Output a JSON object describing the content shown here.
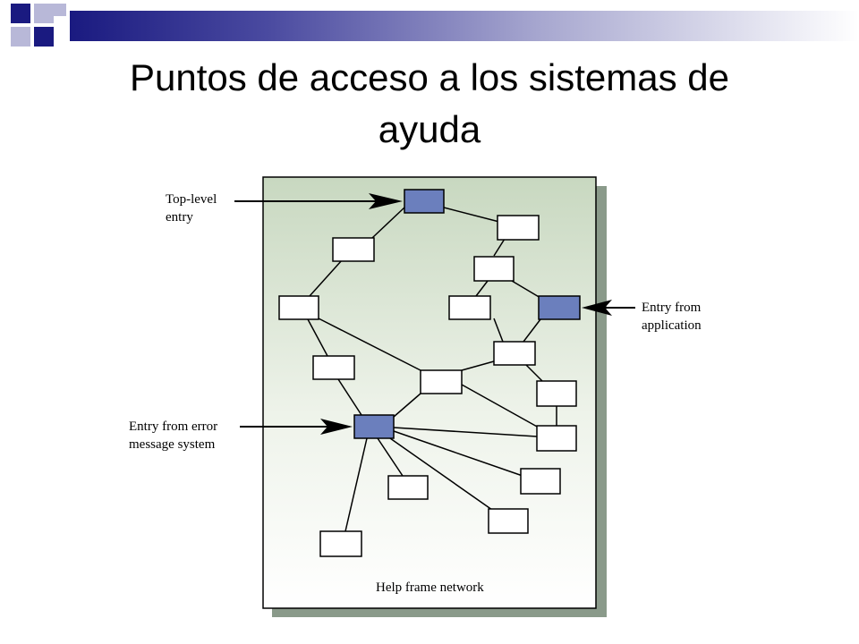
{
  "slide": {
    "title_line1": "Puntos de acceso a los sistemas de",
    "title_line2": "ayuda"
  },
  "diagram": {
    "label_top_level_1": "Top-level",
    "label_top_level_2": "entry",
    "label_app_1": "Entry from",
    "label_app_2": "application",
    "label_error_1": "Entry from error",
    "label_error_2": "message system",
    "caption": "Help frame network",
    "colors": {
      "entry_node": "#6b7fbd",
      "frame_bg_top": "#c8d8c0",
      "shadow": "#8a9a8a"
    }
  }
}
